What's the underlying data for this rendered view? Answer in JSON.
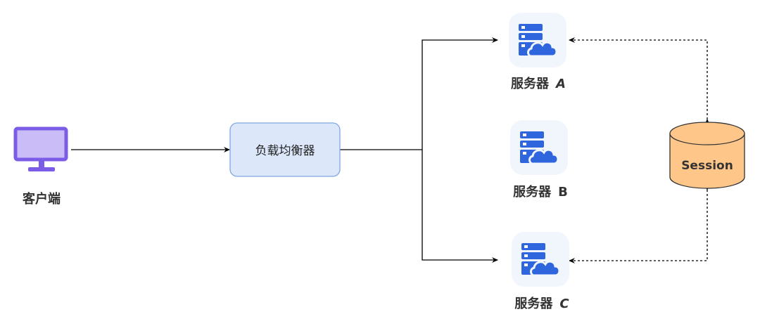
{
  "client": {
    "label": "客户端",
    "icon": "monitor-icon"
  },
  "load_balancer": {
    "label": "负载均衡器"
  },
  "servers": [
    {
      "name": "服务器",
      "letter": "A",
      "italic": true,
      "icon": "server-cloud-icon"
    },
    {
      "name": "服务器",
      "letter": "B",
      "italic": false,
      "icon": "server-cloud-icon"
    },
    {
      "name": "服务器",
      "letter": "C",
      "italic": true,
      "icon": "server-cloud-icon"
    }
  ],
  "session_store": {
    "label": "Session",
    "icon": "database-cylinder-icon"
  },
  "colors": {
    "monitor_stroke": "#7b5ce6",
    "monitor_fill": "#c9bcf7",
    "lb_fill": "#dce8fa",
    "lb_stroke": "#7ea6e0",
    "server_icon": "#2f66de",
    "server_bg": "#f1f6fd",
    "session_fill": "#ffc68a",
    "session_stroke": "#333333",
    "line": "#000000"
  }
}
